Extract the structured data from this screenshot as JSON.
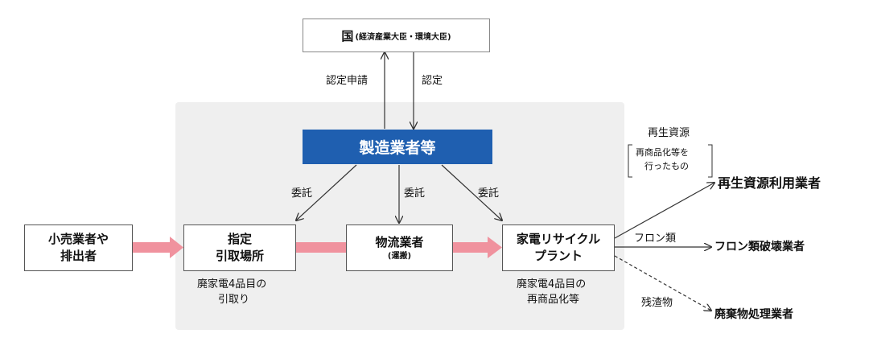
{
  "nodes": {
    "government": {
      "main": "国",
      "sub": "(経済産業大臣・環境大臣)"
    },
    "manufacturers": {
      "label": "製造業者等"
    },
    "retailers": {
      "line1": "小売業者や",
      "line2": "排出者"
    },
    "collection_site": {
      "line1": "指定",
      "line2": "引取場所"
    },
    "logistics": {
      "line1": "物流業者",
      "sub": "(運搬)"
    },
    "recycling_plant": {
      "line1": "家電リサイクル",
      "line2": "プラント"
    },
    "resource_users": {
      "label": "再生資源利用業者"
    },
    "freon_destruction": {
      "label": "フロン類破壊業者"
    },
    "waste_processing": {
      "label": "廃棄物処理業者"
    }
  },
  "labels": {
    "cert_application": "認定申請",
    "certification": "認定",
    "entrust_left": "委託",
    "entrust_middle": "委託",
    "entrust_right": "委託",
    "collection_note_1": "廃家電4品目の",
    "collection_note_2": "引取り",
    "plant_note_1": "廃家電4品目の",
    "plant_note_2": "再商品化等",
    "recycled_resources": "再生資源",
    "recycled_detail_1": "再商品化等を",
    "recycled_detail_2": "行ったもの",
    "freon": "フロン類",
    "residue": "残渣物"
  },
  "colors": {
    "manufacturer_fill": "#1f5fb0",
    "flow_arrow": "#f0929e",
    "region_fill": "#efefef"
  }
}
